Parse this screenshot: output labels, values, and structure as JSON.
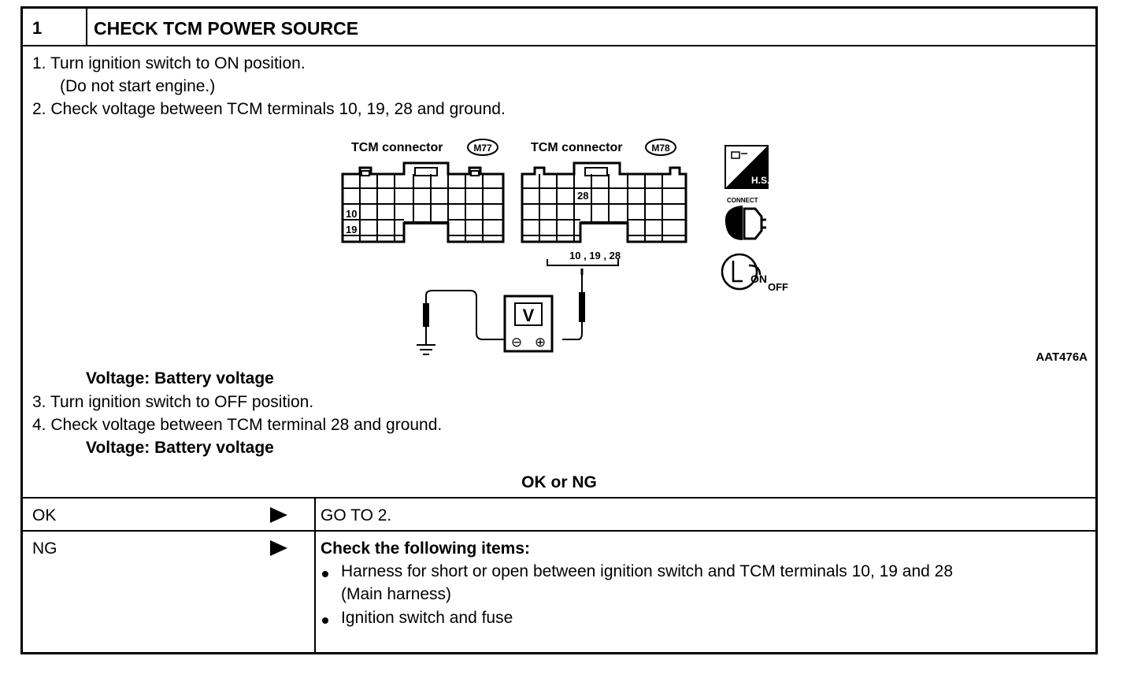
{
  "header": {
    "step_number": "1",
    "title": "CHECK TCM POWER SOURCE"
  },
  "instructions": {
    "step1": "1.  Turn ignition switch to ON position.",
    "step1_note": "(Do not start engine.)",
    "step2": "2.  Check voltage between TCM terminals 10, 19, 28 and ground.",
    "voltage_spec_1": "Voltage: Battery voltage",
    "step3": "3.  Turn ignition switch to OFF position.",
    "step4": "4.  Check voltage between TCM terminal 28 and ground.",
    "voltage_spec_2": "Voltage: Battery voltage"
  },
  "diagram": {
    "connector_left_label": "TCM connector",
    "connector_left_id": "M77",
    "connector_right_label": "TCM connector",
    "connector_right_id": "M78",
    "pin_10": "10",
    "pin_19": "19",
    "pin_28": "28",
    "terminals_label": "10 , 19 , 28",
    "meter_label": "V",
    "minus": "⊖",
    "plus": "⊕",
    "icon_connect_label": "CONNECT",
    "icon_on": "ON",
    "icon_off": "OFF",
    "figure_id": "AAT476A"
  },
  "result": {
    "prompt": "OK or NG",
    "ok_label": "OK",
    "ok_action": "GO TO 2.",
    "ng_label": "NG",
    "ng_title": "Check the following items:",
    "ng_item1_line1": "Harness for short or open between ignition switch and TCM terminals 10, 19 and 28",
    "ng_item1_line2": "(Main harness)",
    "ng_item2": "Ignition switch and fuse"
  }
}
